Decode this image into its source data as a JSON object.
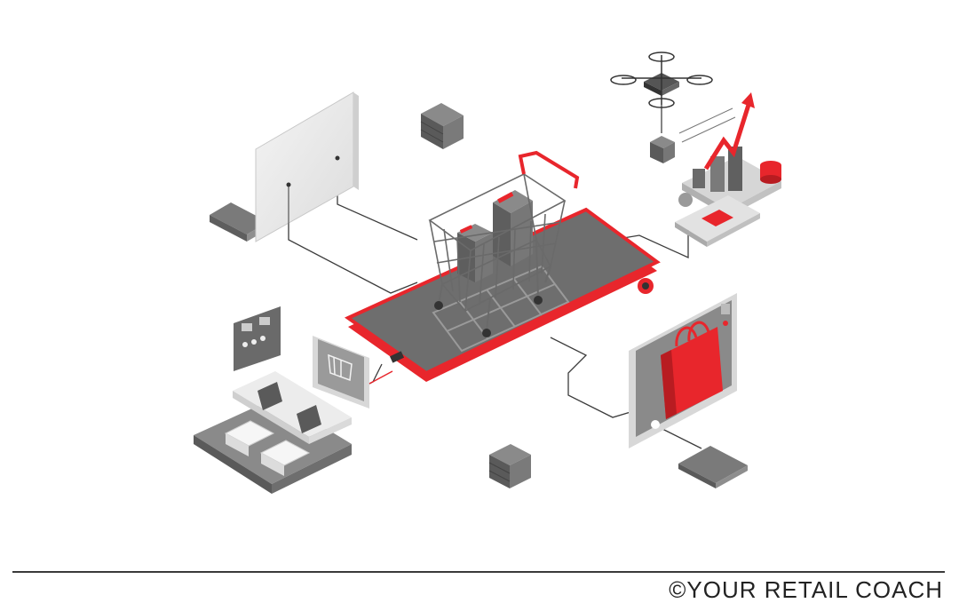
{
  "footer": {
    "copyright": "©YOUR RETAIL COACH"
  },
  "colors": {
    "accent": "#e8262c",
    "dark": "#6e6e6e",
    "mid": "#9a9a9a",
    "light": "#e6e6e6",
    "line": "#3c3c3c"
  },
  "scene": {
    "items": [
      {
        "name": "phone-platform",
        "icon": "smartphone-icon"
      },
      {
        "name": "shopping-cart",
        "icon": "shopping-cart-icon"
      },
      {
        "name": "desktop-monitor",
        "icon": "monitor-icon"
      },
      {
        "name": "delivery-drone",
        "icon": "drone-icon"
      },
      {
        "name": "analytics-growth",
        "icon": "chart-up-icon"
      },
      {
        "name": "shopping-bag-screen",
        "icon": "shopping-bag-icon"
      },
      {
        "name": "retail-counter",
        "icon": "store-counter-icon"
      },
      {
        "name": "server-block",
        "icon": "server-icon"
      }
    ]
  }
}
